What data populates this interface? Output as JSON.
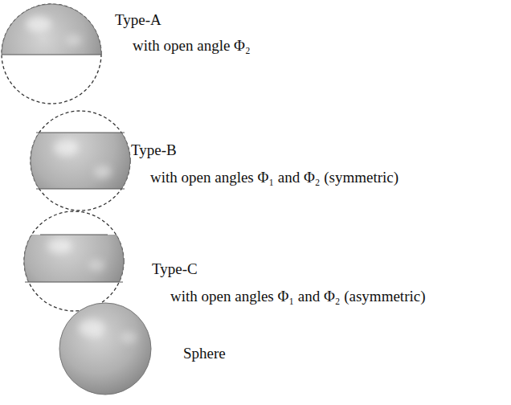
{
  "diagram": {
    "labels": [
      "Type-A",
      "with open angle Φ₂",
      "Type-B",
      "with open angles Φ₁ and Φ₂ (symmetric)",
      "Type-C",
      "with open angles Φ₁ and Φ₂ (asymmetric)",
      "Sphere"
    ]
  }
}
